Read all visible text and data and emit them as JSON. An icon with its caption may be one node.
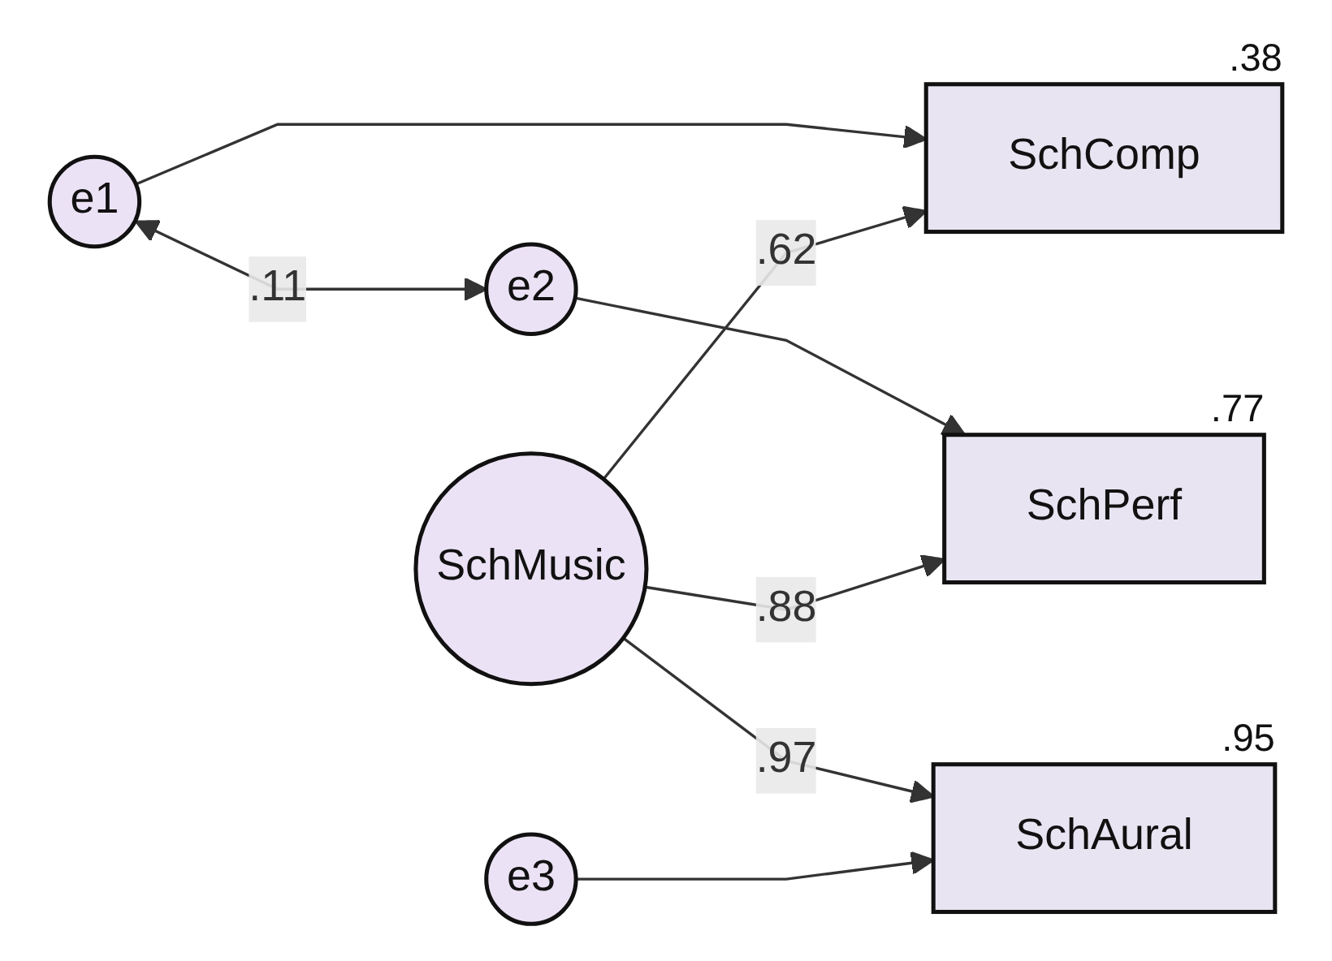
{
  "diagram": {
    "nodes": [
      {
        "text": [
          "e1"
        ]
      },
      {
        "text": [
          "SchComp"
        ],
        "beside": [
          ".38"
        ]
      },
      {
        "text": [
          "e2"
        ]
      },
      {
        "text": [
          "SchPerf"
        ],
        "beside": [
          ".77"
        ]
      },
      {
        "text": [
          "SchMusic"
        ]
      },
      {
        "text": [
          "e3"
        ]
      },
      {
        "text": [
          "SchAural"
        ],
        "beside": [
          ".95"
        ]
      }
    ],
    "edges": [
      {
        "from": 0,
        "to": 1,
        "arrow": "to"
      },
      {
        "from": 0,
        "to": 2,
        "arrow": "both",
        "label": ".11"
      },
      {
        "from": 2,
        "to": 3,
        "arrow": "to"
      },
      {
        "from": 4,
        "to": 1,
        "arrow": "to",
        "label": ".62"
      },
      {
        "from": 4,
        "to": 3,
        "arrow": "to",
        "label": ".88"
      },
      {
        "from": 4,
        "to": 6,
        "arrow": "to",
        "label": ".97"
      },
      {
        "from": 5,
        "to": 6,
        "arrow": "to"
      }
    ]
  }
}
